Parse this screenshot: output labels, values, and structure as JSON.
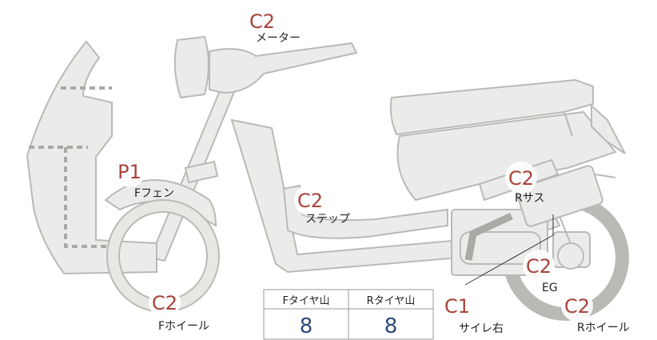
{
  "badges": {
    "meter": "C2",
    "front_fender": "P1",
    "step": "C2",
    "rear_suspension": "C2",
    "engine": "C2",
    "front_wheel": "C2",
    "tire_side_right": "C1",
    "rear_wheel": "C2"
  },
  "labels": {
    "meter": "メーター",
    "front_fender": "Fフェン",
    "step": "ステップ",
    "rear_suspension": "Rサス",
    "engine": "EG",
    "front_wheel": "Fホイール",
    "tire_side_right": "サイレ右",
    "rear_wheel": "Rホイール"
  },
  "tread_table": {
    "headers": [
      "Fタイヤ山",
      "Rタイヤ山"
    ],
    "values": [
      "8",
      "8"
    ]
  },
  "colors": {
    "badge_text": "#a8433a",
    "value_text": "#2f4a7a",
    "part_fill": "#ebebe9",
    "part_stroke": "#b9b9b6"
  }
}
